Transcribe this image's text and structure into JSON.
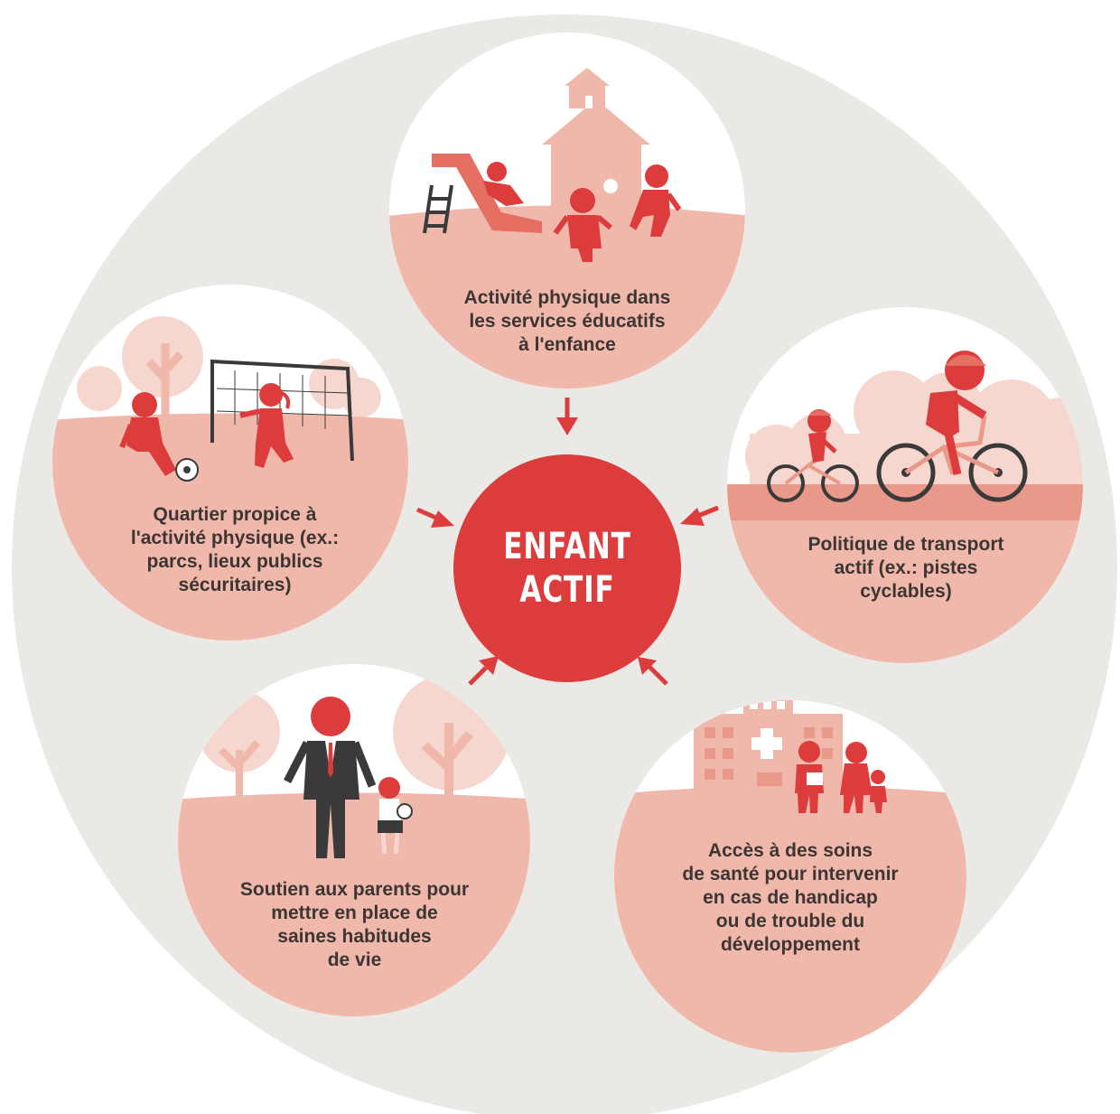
{
  "colors": {
    "outer_bg": "#ebe9e6",
    "circle_white": "#ffffff",
    "ground_light": "#f0b8aa",
    "ground_mid": "#e9998a",
    "pale": "#f6d7cf",
    "pale2": "#f3c9be",
    "accent_red": "#dc3c3c",
    "suit_dark": "#3a3a3a",
    "text_dark": "#3c3533"
  },
  "center": {
    "line1": "ENFANT",
    "line2": "ACTIF"
  },
  "factors": [
    {
      "id": "educational_services",
      "icon": "playground-school-icon",
      "lines": [
        "Activité physique dans",
        "les services éducatifs",
        "à l'enfance"
      ]
    },
    {
      "id": "transport_policy",
      "icon": "cyclists-icon",
      "lines": [
        "Politique de transport",
        "actif (ex.: pistes",
        "cyclables)"
      ]
    },
    {
      "id": "health_access",
      "icon": "hospital-family-icon",
      "lines": [
        "Accès à des soins",
        "de santé pour intervenir",
        "en cas de handicap",
        "ou de trouble du",
        "développement"
      ]
    },
    {
      "id": "parent_support",
      "icon": "parent-child-icon",
      "lines": [
        "Soutien aux parents pour",
        "mettre en place de",
        "saines habitudes",
        "de vie"
      ]
    },
    {
      "id": "neighbourhood",
      "icon": "soccer-goal-icon",
      "lines": [
        "Quartier propice à",
        "l'activité physique (ex.:",
        "parcs, lieux publics",
        "sécuritaires)"
      ]
    }
  ]
}
